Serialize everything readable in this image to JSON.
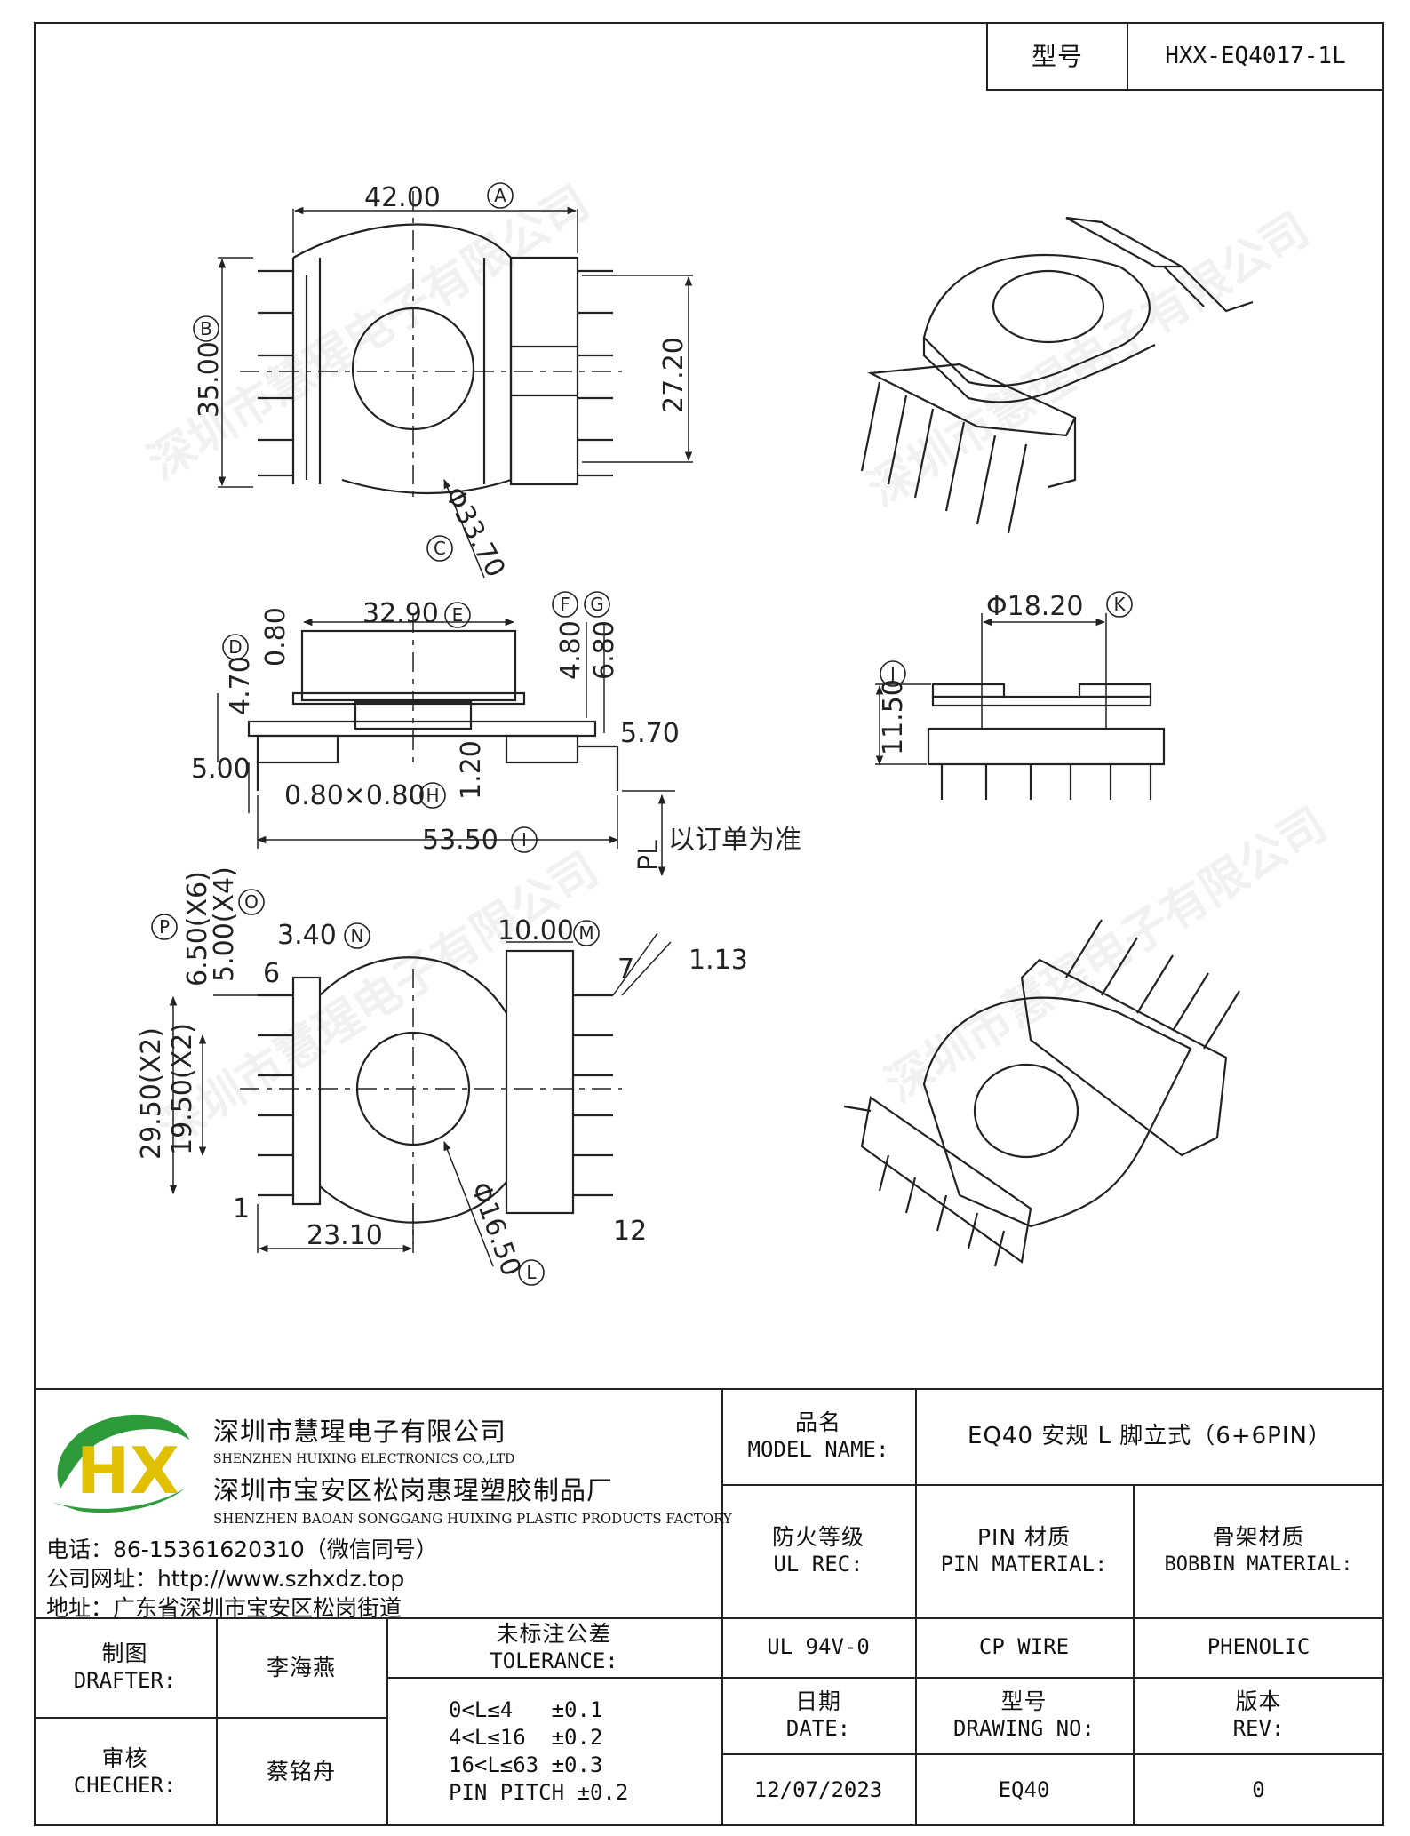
{
  "title_block": {
    "model_label": "型号",
    "model_value": "HXX-EQ4017-1L"
  },
  "watermark": "深圳市慧瑆电子有限公司",
  "dimensions": {
    "d_42": "42.00",
    "d_35": "35.00",
    "d_2720": "27.20",
    "d_3370": "Φ33.70",
    "d_3290": "32.90",
    "d_080": "0.80",
    "d_470": "4.70",
    "d_500": "5.00",
    "d_480": "4.80",
    "d_680": "6.80",
    "d_570": "5.70",
    "d_pin": "0.80×0.80",
    "d_120": "1.20",
    "d_5350": "53.50",
    "d_pl": "PL",
    "pl_note": "以订单为准",
    "d_1820": "Φ18.20",
    "d_1150": "11.50",
    "d_340": "3.40",
    "d_1000": "10.00",
    "d_650": "6.50(X6)",
    "d_500x4": "5.00(X4)",
    "d_2950": "29.50(X2)",
    "d_1950": "19.50(X2)",
    "d_2310": "23.10",
    "d_1650": "Φ16.50",
    "d_113": "1.13",
    "angle": "7",
    "pin_6": "6",
    "pin_1": "1",
    "pin_12": "12"
  },
  "markers": {
    "A": "A",
    "B": "B",
    "C": "C",
    "D": "D",
    "E": "E",
    "F": "F",
    "G": "G",
    "H": "H",
    "I": "I",
    "J": "J",
    "K": "K",
    "L": "L",
    "M": "M",
    "N": "N",
    "O": "O",
    "P": "P"
  },
  "company": {
    "logo": "HX",
    "name1": "深圳市慧瑆电子有限公司",
    "name1_en": "SHENZHEN HUIXING ELECTRONICS CO.,LTD",
    "name2": "深圳市宝安区松岗惠瑆塑胶制品厂",
    "name2_en": "SHENZHEN BAOAN SONGGANG HUIXING PLASTIC PRODUCTS FACTORY",
    "phone": "电话：86-15361620310（微信同号）",
    "website": "公司网址：http://www.szhxdz.top",
    "address": "地址：广东省深圳市宝安区松岗街道"
  },
  "table": {
    "model_name_cn": "品名",
    "model_name_en": "MODEL NAME:",
    "model_name_value": "EQ40 安规 L 脚立式（6+6PIN）",
    "ul_cn": "防火等级",
    "ul_en": "UL REC:",
    "pin_mat_cn": "PIN 材质",
    "pin_mat_en": "PIN MATERIAL:",
    "bobbin_mat_cn": "骨架材质",
    "bobbin_mat_en": "BOBBIN MATERIAL:",
    "ul_value": "UL 94V-0",
    "pin_value": "CP WIRE",
    "bobbin_value": "PHENOLIC",
    "drafter_cn": "制图",
    "drafter_en": "DRAFTER:",
    "drafter_name": "李海燕",
    "checker_cn": "审核",
    "checker_en": "CHECHER:",
    "checker_name": "蔡铭舟",
    "tol_cn": "未标注公差",
    "tol_en": "TOLERANCE:",
    "tol_1": "0<L≤4   ±0.1",
    "tol_2": "4<L≤16  ±0.2",
    "tol_3": "16<L≤63 ±0.3",
    "tol_4": "PIN PITCH ±0.2",
    "date_cn": "日期",
    "date_en": "DATE:",
    "drawing_cn": "型号",
    "drawing_en": "DRAWING NO:",
    "rev_cn": "版本",
    "rev_en": "REV:",
    "date_value": "12/07/2023",
    "drawing_value": "EQ40",
    "rev_value": "0"
  }
}
